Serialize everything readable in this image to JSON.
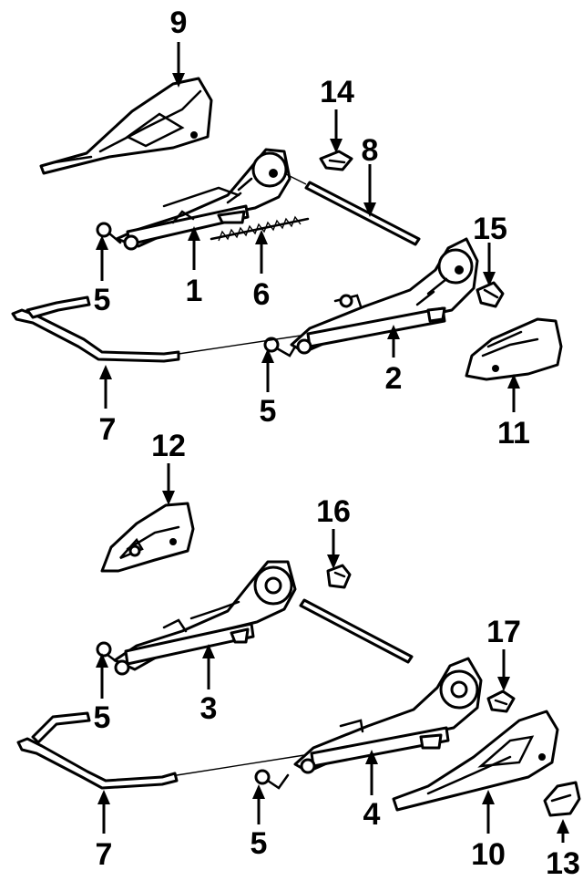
{
  "callouts": {
    "c9": "9",
    "c14": "14",
    "c8": "8",
    "c15": "15",
    "c5a": "5",
    "c1": "1",
    "c6": "6",
    "c7a": "7",
    "c5b": "5",
    "c2": "2",
    "c11": "11",
    "c12": "12",
    "c16": "16",
    "c17": "17",
    "c5c": "5",
    "c3": "3",
    "c7b": "7",
    "c5d": "5",
    "c4": "4",
    "c10": "10",
    "c13": "13"
  }
}
